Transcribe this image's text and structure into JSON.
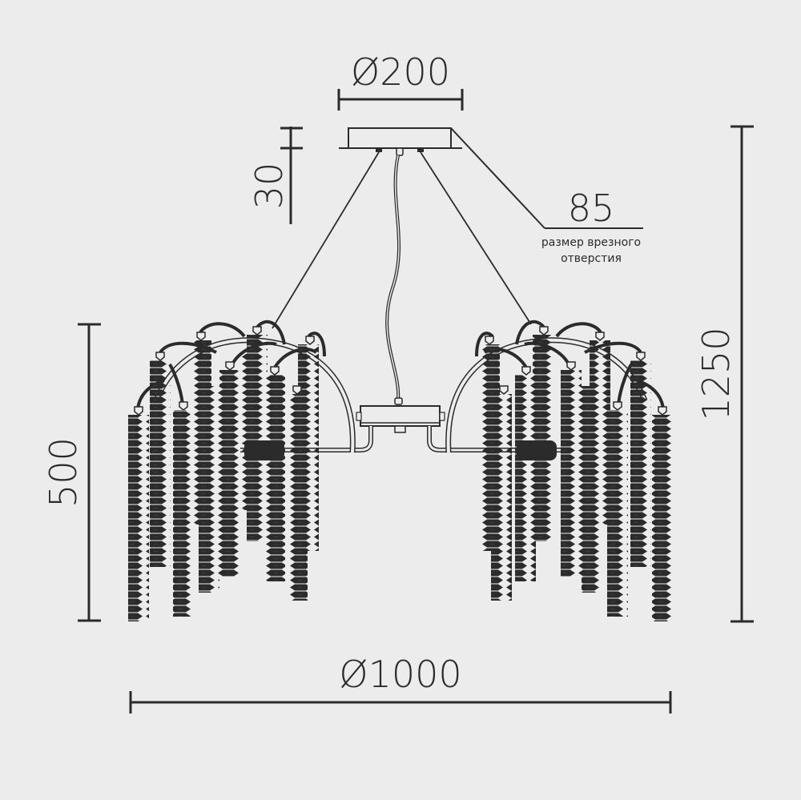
{
  "diagram": {
    "title": "Pendant chandelier dimension drawing",
    "colors": {
      "background": "#ececec",
      "line": "#2b2b2b"
    },
    "dimensions": {
      "canopy_diameter": "Ø200",
      "canopy_height": "30",
      "cutout_size": "85",
      "cutout_label_line1": "размер врезного",
      "cutout_label_line2": "отверстия",
      "total_height": "1250",
      "body_height": "500",
      "overall_diameter": "Ø1000"
    }
  }
}
